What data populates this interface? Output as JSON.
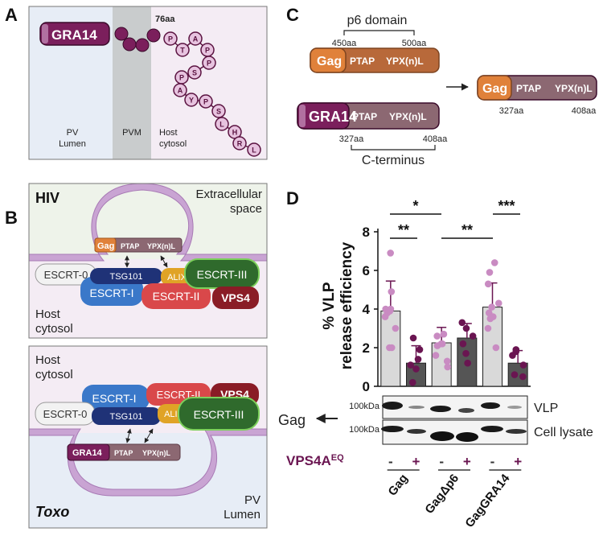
{
  "panels": {
    "a": "A",
    "b": "B",
    "c": "C",
    "d": "D"
  },
  "panel_a": {
    "gra14": "GRA14",
    "aa76": "76aa",
    "residues": [
      "P",
      "T",
      "A",
      "P",
      "P",
      "S",
      "P",
      "A",
      "Y",
      "P",
      "S",
      "L",
      "H",
      "R",
      "L"
    ],
    "lumen": [
      "PV",
      "Lumen"
    ],
    "pvm": "PVM",
    "host": [
      "Host",
      "cytosol"
    ]
  },
  "panel_b": {
    "hiv": "HIV",
    "extracellular": [
      "Extracellular",
      "space"
    ],
    "host_cytosol": [
      "Host",
      "cytosol"
    ],
    "gag": "Gag",
    "ptap": "PTAP",
    "yxl": "YPX(n)L",
    "escrt0": "ESCRT-0",
    "tsg101": "TSG101",
    "alix": "ALIX",
    "escrt1": "ESCRT-I",
    "escrt2": "ESCRT-II",
    "escrt3": "ESCRT-III",
    "vps4": "VPS4",
    "toxo": "Toxo",
    "gra14": "GRA14",
    "pv_lumen": [
      "PV",
      "Lumen"
    ]
  },
  "panel_c": {
    "p6_domain": "p6 domain",
    "aa450": "450aa",
    "aa500": "500aa",
    "gag": "Gag",
    "ptap": "PTAP",
    "yxl": "YPX(n)L",
    "gra14": "GRA14",
    "aa327": "327aa",
    "aa408": "408aa",
    "c_terminus": "C-terminus"
  },
  "panel_d": {
    "ylabel_1": "% VLP",
    "ylabel_2": "release efficiency",
    "vps4": "VPS4A",
    "vps4_sup": "EQ",
    "blot_mw": "100kDa",
    "vlp": "VLP",
    "lysate": "Cell lysate",
    "gag_label": "Gag",
    "signs": [
      "-",
      "+",
      "-",
      "+",
      "-",
      "+"
    ],
    "groups": [
      "Gag",
      "GagΔp6",
      "GagGRA14"
    ],
    "sig": [
      "*",
      "**",
      "**",
      "***"
    ]
  },
  "chart_data": {
    "type": "bar",
    "categories": [
      "Gag -",
      "Gag +",
      "GagΔp6 -",
      "GagΔp6 +",
      "GagGRA14 -",
      "GagGRA14 +"
    ],
    "values": [
      3.9,
      1.2,
      2.25,
      2.5,
      4.1,
      1.2
    ],
    "errors": [
      1.55,
      0.9,
      0.8,
      0.75,
      1.25,
      0.65
    ],
    "points": [
      [
        6.9,
        4.9,
        4.0,
        3.8,
        3.9,
        4.0,
        3.6,
        3.0,
        2.0,
        2.0
      ],
      [
        2.5,
        1.9,
        1.4,
        1.1,
        0.9,
        0.2
      ],
      [
        2.7,
        2.6,
        2.2,
        2.2,
        2.1,
        1.6,
        1.3,
        1.0
      ],
      [
        3.3,
        3.0,
        2.6,
        2.2,
        1.7,
        1.2
      ],
      [
        6.4,
        5.9,
        5.3,
        4.3,
        4.1,
        3.8,
        3.6,
        3.5,
        3.0,
        2.0
      ],
      [
        1.9,
        1.8,
        1.6,
        1.1,
        0.6,
        0.5
      ]
    ],
    "bar_colors": [
      "#d9d9d9",
      "#555555",
      "#d9d9d9",
      "#555555",
      "#d9d9d9",
      "#555555"
    ],
    "point_colors": [
      "#c98bc2",
      "#6a1551",
      "#c98bc2",
      "#6a1551",
      "#c98bc2",
      "#6a1551"
    ],
    "yticks": [
      0,
      2,
      4,
      6,
      8
    ],
    "ylim": [
      0,
      8
    ]
  }
}
